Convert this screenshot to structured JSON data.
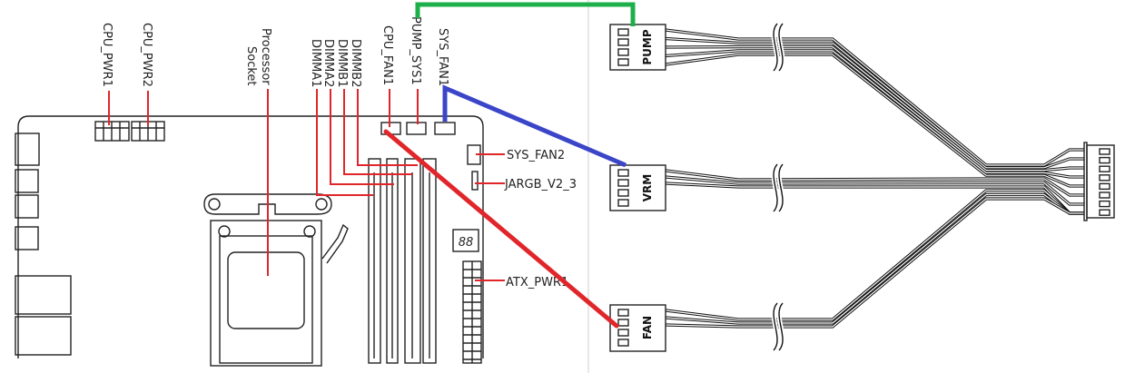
{
  "board_labels": {
    "cpu_pwr1": "CPU_PWR1",
    "cpu_pwr2": "CPU_PWR2",
    "socket_line1": "Processor",
    "socket_line2": "Socket",
    "dimma1": "DIMMA1",
    "dimma2": "DIMMA2",
    "dimmb1": "DIMMB1",
    "dimmb2": "DIMMB2",
    "cpu_fan1": "CPU_FAN1",
    "pump_sys1": "PUMP_SYS1",
    "sys_fan1": "SYS_FAN1",
    "sys_fan2": "SYS_FAN2",
    "jargb": "JARGB_V2_3",
    "atx_pwr1": "ATX_PWR1",
    "debug_led": "88"
  },
  "cable_connectors": {
    "pump": "PUMP",
    "vrm": "VRM",
    "fan": "FAN"
  },
  "connections": [
    {
      "from": "PUMP_SYS1",
      "to": "PUMP",
      "color": "#1db04a"
    },
    {
      "from": "SYS_FAN1",
      "to": "VRM",
      "color": "#3b45c8"
    },
    {
      "from": "CPU_FAN1",
      "to": "FAN",
      "color": "#e0262b"
    }
  ],
  "colors": {
    "leader": "#e0262b",
    "outline": "#222222"
  }
}
